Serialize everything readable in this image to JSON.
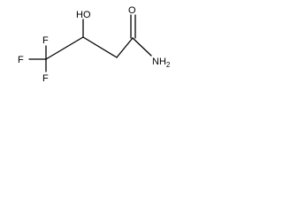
{
  "molecule": {
    "atoms": {
      "f_top": "F",
      "f_left": "F",
      "f_bottom": "F",
      "oh": "HO",
      "o_carbonyl": "O",
      "nh2": "NH2"
    },
    "bond_color": "#000000",
    "label_color": "#000000"
  }
}
